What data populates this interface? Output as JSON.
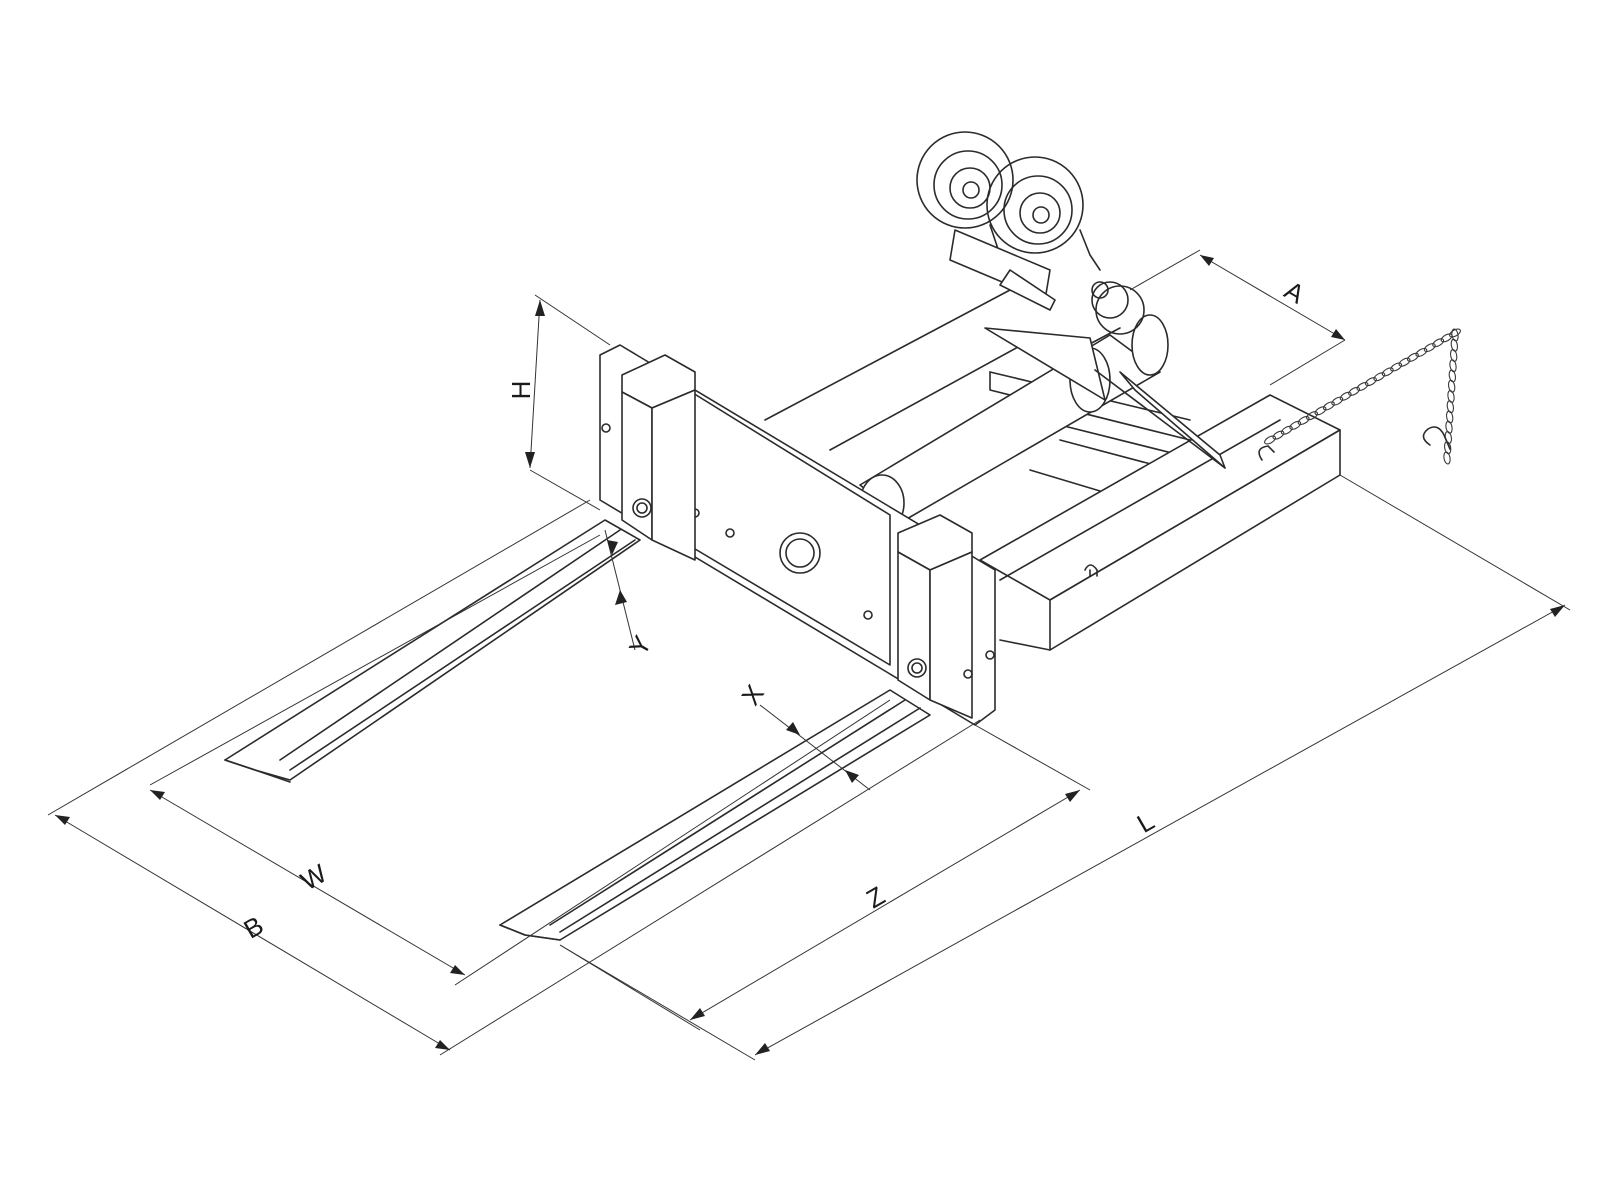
{
  "dimensions": {
    "A": "A",
    "H": "H",
    "Y": "Y",
    "X": "X",
    "W": "W",
    "B": "B",
    "Z": "Z",
    "L": "L"
  }
}
